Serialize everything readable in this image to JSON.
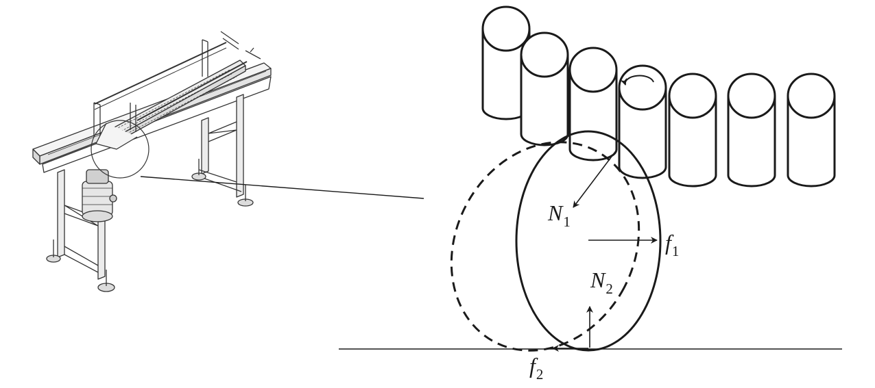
{
  "forces": {
    "N1": {
      "symbol": "N",
      "index": "1"
    },
    "N2": {
      "symbol": "N",
      "index": "2"
    },
    "f1": {
      "symbol": "f",
      "index": "1"
    },
    "f2": {
      "symbol": "f",
      "index": "2"
    }
  },
  "colors": {
    "line": "#1a1a1a",
    "frame": "#333333",
    "background": "#ffffff"
  }
}
